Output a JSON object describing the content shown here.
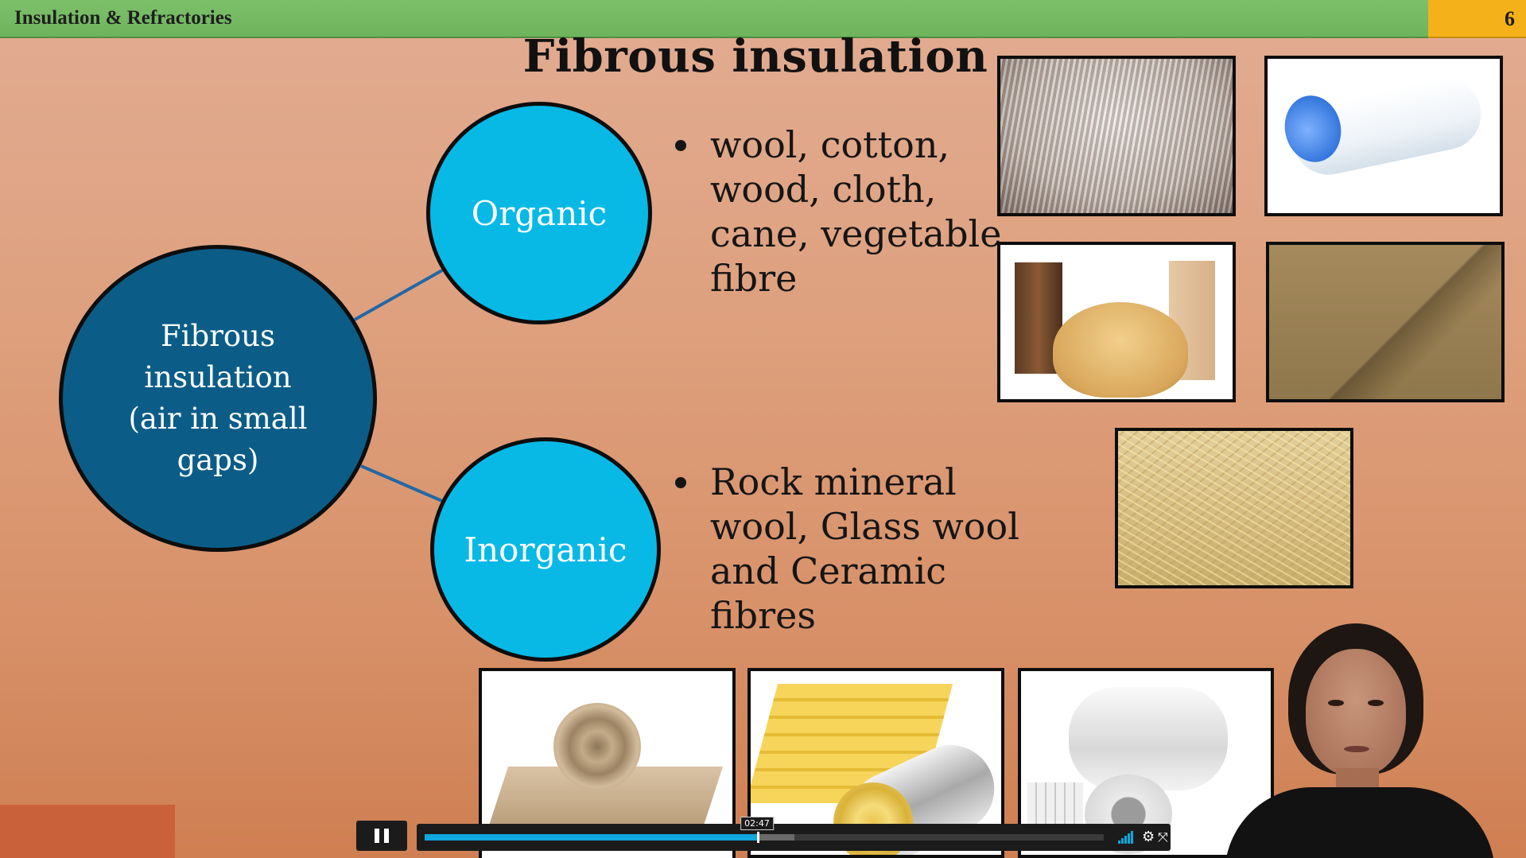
{
  "header": {
    "course_title": "Insulation & Refractories",
    "page_number": "6"
  },
  "slide": {
    "title": "Fibrous insulation",
    "main_node": "Fibrous insulation (air in small gaps)",
    "organic_node": "Organic",
    "inorganic_node": "Inorganic",
    "organic_bullet": "wool, cotton, wood, cloth, cane, vegetable fibre",
    "inorganic_bullet": "Rock mineral wool, Glass wool and Ceramic fibres",
    "colors": {
      "main_node": "#0b5d87",
      "sub_node": "#08b9e6",
      "header_bar": "#7cc06a",
      "page_box": "#f5b11a"
    },
    "photos": [
      {
        "name": "wool-photo",
        "depicts": "wool fibres"
      },
      {
        "name": "cotton-roll-photo",
        "depicts": "cotton roll"
      },
      {
        "name": "wood-fibre-photo",
        "depicts": "wood and wood shavings"
      },
      {
        "name": "cloth-photo",
        "depicts": "cloth fabric"
      },
      {
        "name": "cane-fibre-photo",
        "depicts": "cane / vegetable fibre"
      },
      {
        "name": "rock-wool-photo",
        "depicts": "rock mineral wool"
      },
      {
        "name": "glass-wool-photo",
        "depicts": "glass wool"
      },
      {
        "name": "ceramic-fibre-photo",
        "depicts": "ceramic fibre products"
      }
    ]
  },
  "player": {
    "state": "playing",
    "current_time": "02:47",
    "progress": 0.49,
    "buffered": 0.545,
    "accent_color": "#0fa7dc",
    "icons": {
      "pause": "pause-icon",
      "volume": "volume-icon",
      "settings": "gear-icon",
      "fullscreen": "fullscreen-icon"
    }
  }
}
